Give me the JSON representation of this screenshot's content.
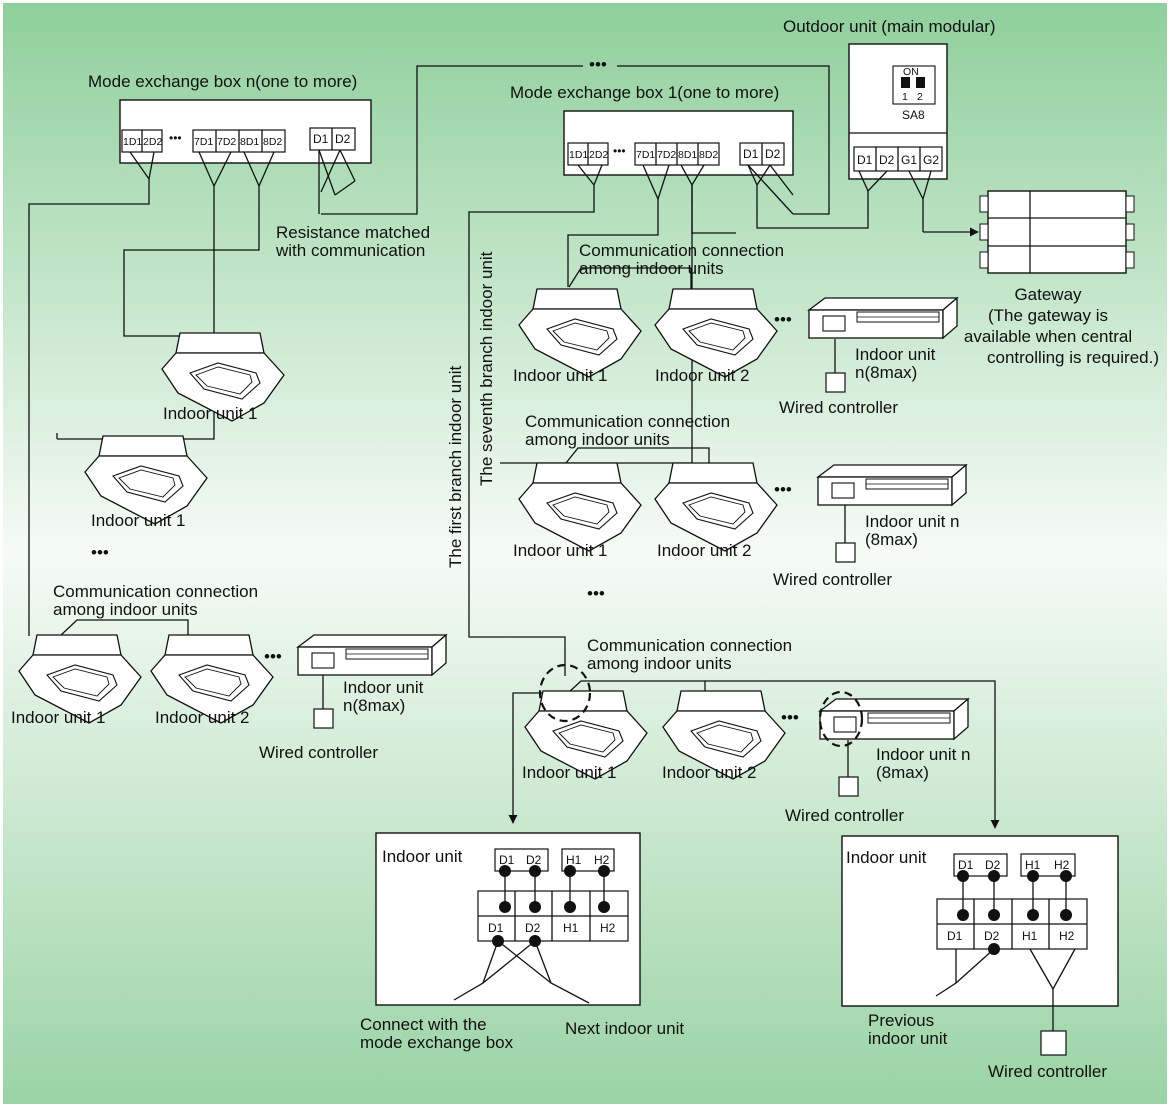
{
  "colors": {
    "bg_top": "#8fcf9c",
    "bg_mid": "#f6fbf6",
    "bg_bottom": "#9ad3a5",
    "border": "#ffffff",
    "line": "#111111"
  },
  "labels": {
    "outdoor_unit": "Outdoor unit (main modular)",
    "mode_box_n": "Mode exchange box n(one to more)",
    "mode_box_1": "Mode exchange box 1(one to more)",
    "resistance_1": "Resistance matched",
    "resistance_2": "with communication",
    "gateway_title": "Gateway",
    "gateway_note_1": "(The gateway is",
    "gateway_note_2": "available when central",
    "gateway_note_3": "controlling is required.)",
    "first_branch": "The first branch indoor unit",
    "seventh_branch": "The seventh branch indoor unit",
    "comm_1": "Communication connection",
    "comm_2": "among indoor units",
    "indoor_unit_1": "Indoor unit 1",
    "indoor_unit_2": "Indoor unit 2",
    "indoor_unit_n_a": "Indoor unit",
    "indoor_unit_n_b": "n(8max)",
    "indoor_unit_n_c": "Indoor unit n",
    "indoor_unit_n_d": "(8max)",
    "wired_controller": "Wired controller",
    "ellipsis": "•••",
    "indoor_unit_box": "Indoor unit",
    "connect_mode_1": "Connect with the",
    "connect_mode_2": "mode exchange box",
    "next_indoor": "Next indoor unit",
    "previous_indoor_1": "Previous",
    "previous_indoor_2": "indoor unit"
  },
  "terminals": {
    "outdoor": [
      "D1",
      "D2",
      "G1",
      "G2"
    ],
    "switch_label": "SA8",
    "switch_on": "ON",
    "switch_1": "1",
    "switch_2": "2",
    "mode_box_n_left": [
      "1D1",
      "2D2"
    ],
    "mode_box_n_right": [
      "7D1",
      "7D2",
      "8D1",
      "8D2"
    ],
    "mode_box_1_left": [
      "1D1",
      "2D2"
    ],
    "mode_box_1_right": [
      "7D1",
      "7D2",
      "8D1",
      "8D2"
    ],
    "comm_pair": [
      "D1",
      "D2"
    ],
    "indoor_top": [
      "D1",
      "D2",
      "H1",
      "H2"
    ]
  }
}
